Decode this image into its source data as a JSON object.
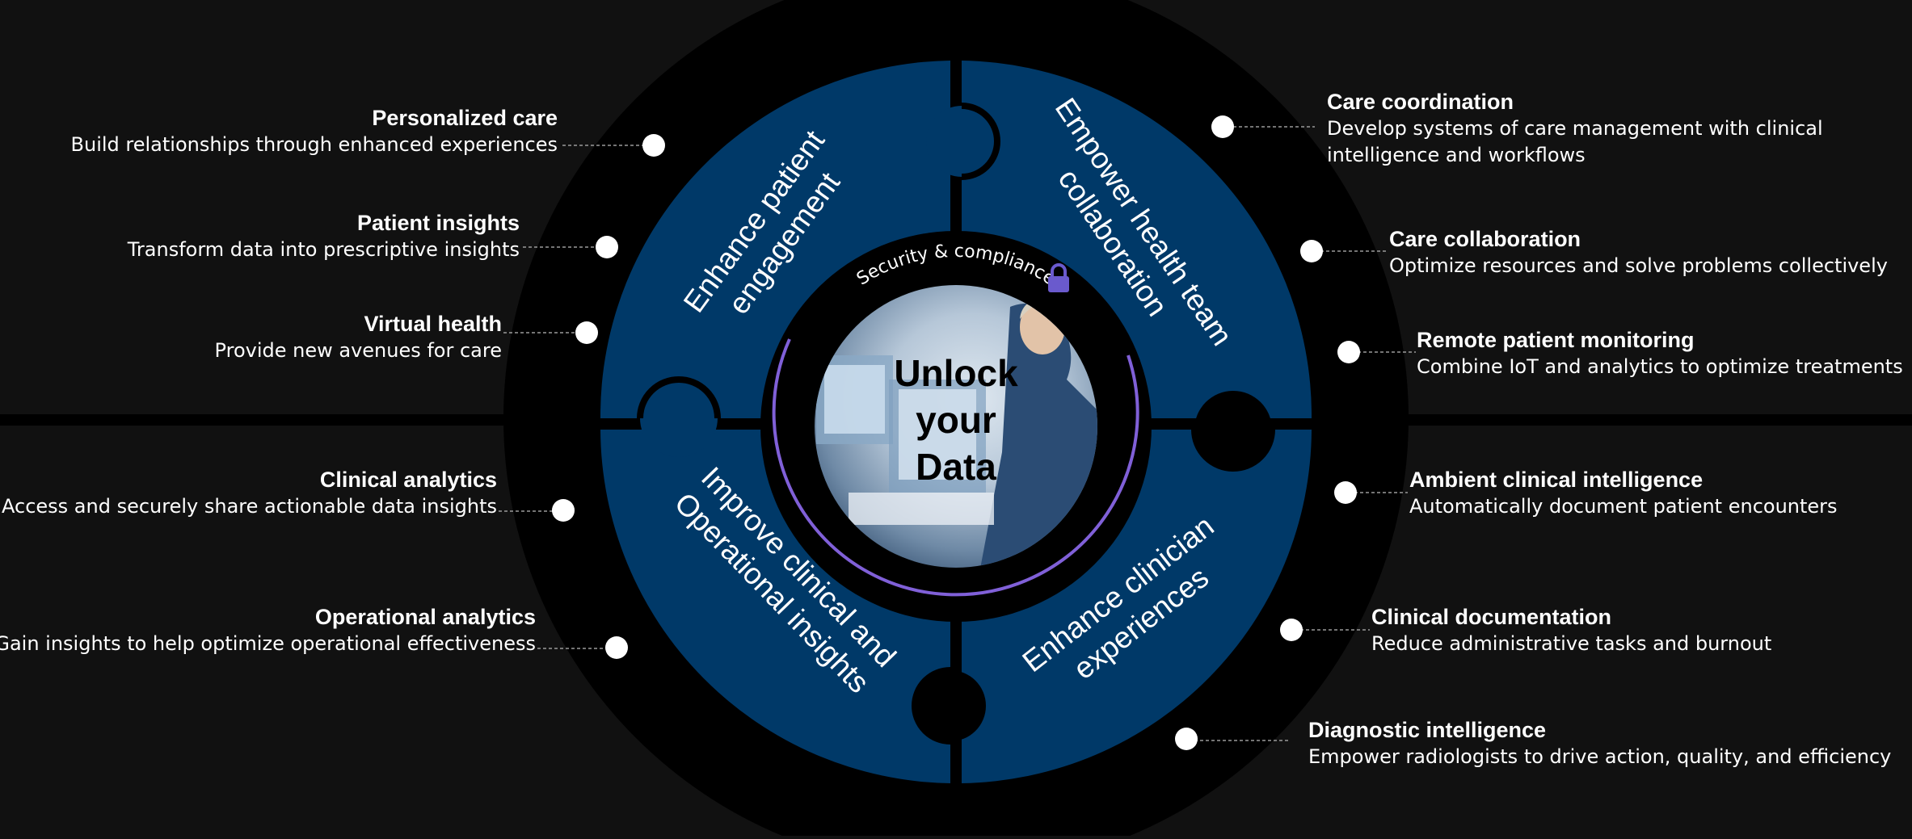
{
  "colors": {
    "background": "#111111",
    "divider": "#000000",
    "ring_dark": "#000000",
    "puzzle_blue": "#003968",
    "accent_purple": "#8060d8",
    "lock": "#6a5acd",
    "dot": "#ffffff",
    "leader_line": "#9a9a9a"
  },
  "center": {
    "line1": "Unlock",
    "line2": "your",
    "line3": "Data",
    "security_label": "Security & compliance",
    "lock_icon": "lock-icon",
    "photo_description_icon": "clinician-at-computer-photo"
  },
  "pillars": [
    {
      "line1": "Enhance patient",
      "line2": "engagement"
    },
    {
      "line1": "Empower health team",
      "line2": "collaboration"
    },
    {
      "line1": "Improve clinical and",
      "line2": "Operational insights"
    },
    {
      "line1": "Enhance  clinician",
      "line2": "experiences"
    }
  ],
  "left_items": [
    {
      "title": "Personalized care",
      "desc": "Build relationships through enhanced experiences"
    },
    {
      "title": "Patient insights",
      "desc": "Transform data into prescriptive insights"
    },
    {
      "title": "Virtual health",
      "desc": "Provide new avenues for care"
    },
    {
      "title": "Clinical analytics",
      "desc": "Access and securely share actionable data insights"
    },
    {
      "title": "Operational analytics",
      "desc": "Gain insights to help optimize operational effectiveness"
    }
  ],
  "right_items": [
    {
      "title": "Care coordination",
      "desc1": "Develop systems of care management with clinical",
      "desc2": "intelligence and workflows"
    },
    {
      "title": "Care collaboration",
      "desc1": "Optimize resources and solve problems collectively"
    },
    {
      "title": "Remote patient monitoring",
      "desc1": "Combine IoT and analytics to optimize treatments"
    },
    {
      "title": "Ambient clinical intelligence",
      "desc1": "Automatically document patient encounters"
    },
    {
      "title": "Clinical documentation",
      "desc1": "Reduce administrative tasks and burnout"
    },
    {
      "title": "Diagnostic intelligence",
      "desc1": "Empower radiologists to drive action, quality, and efficiency"
    }
  ]
}
